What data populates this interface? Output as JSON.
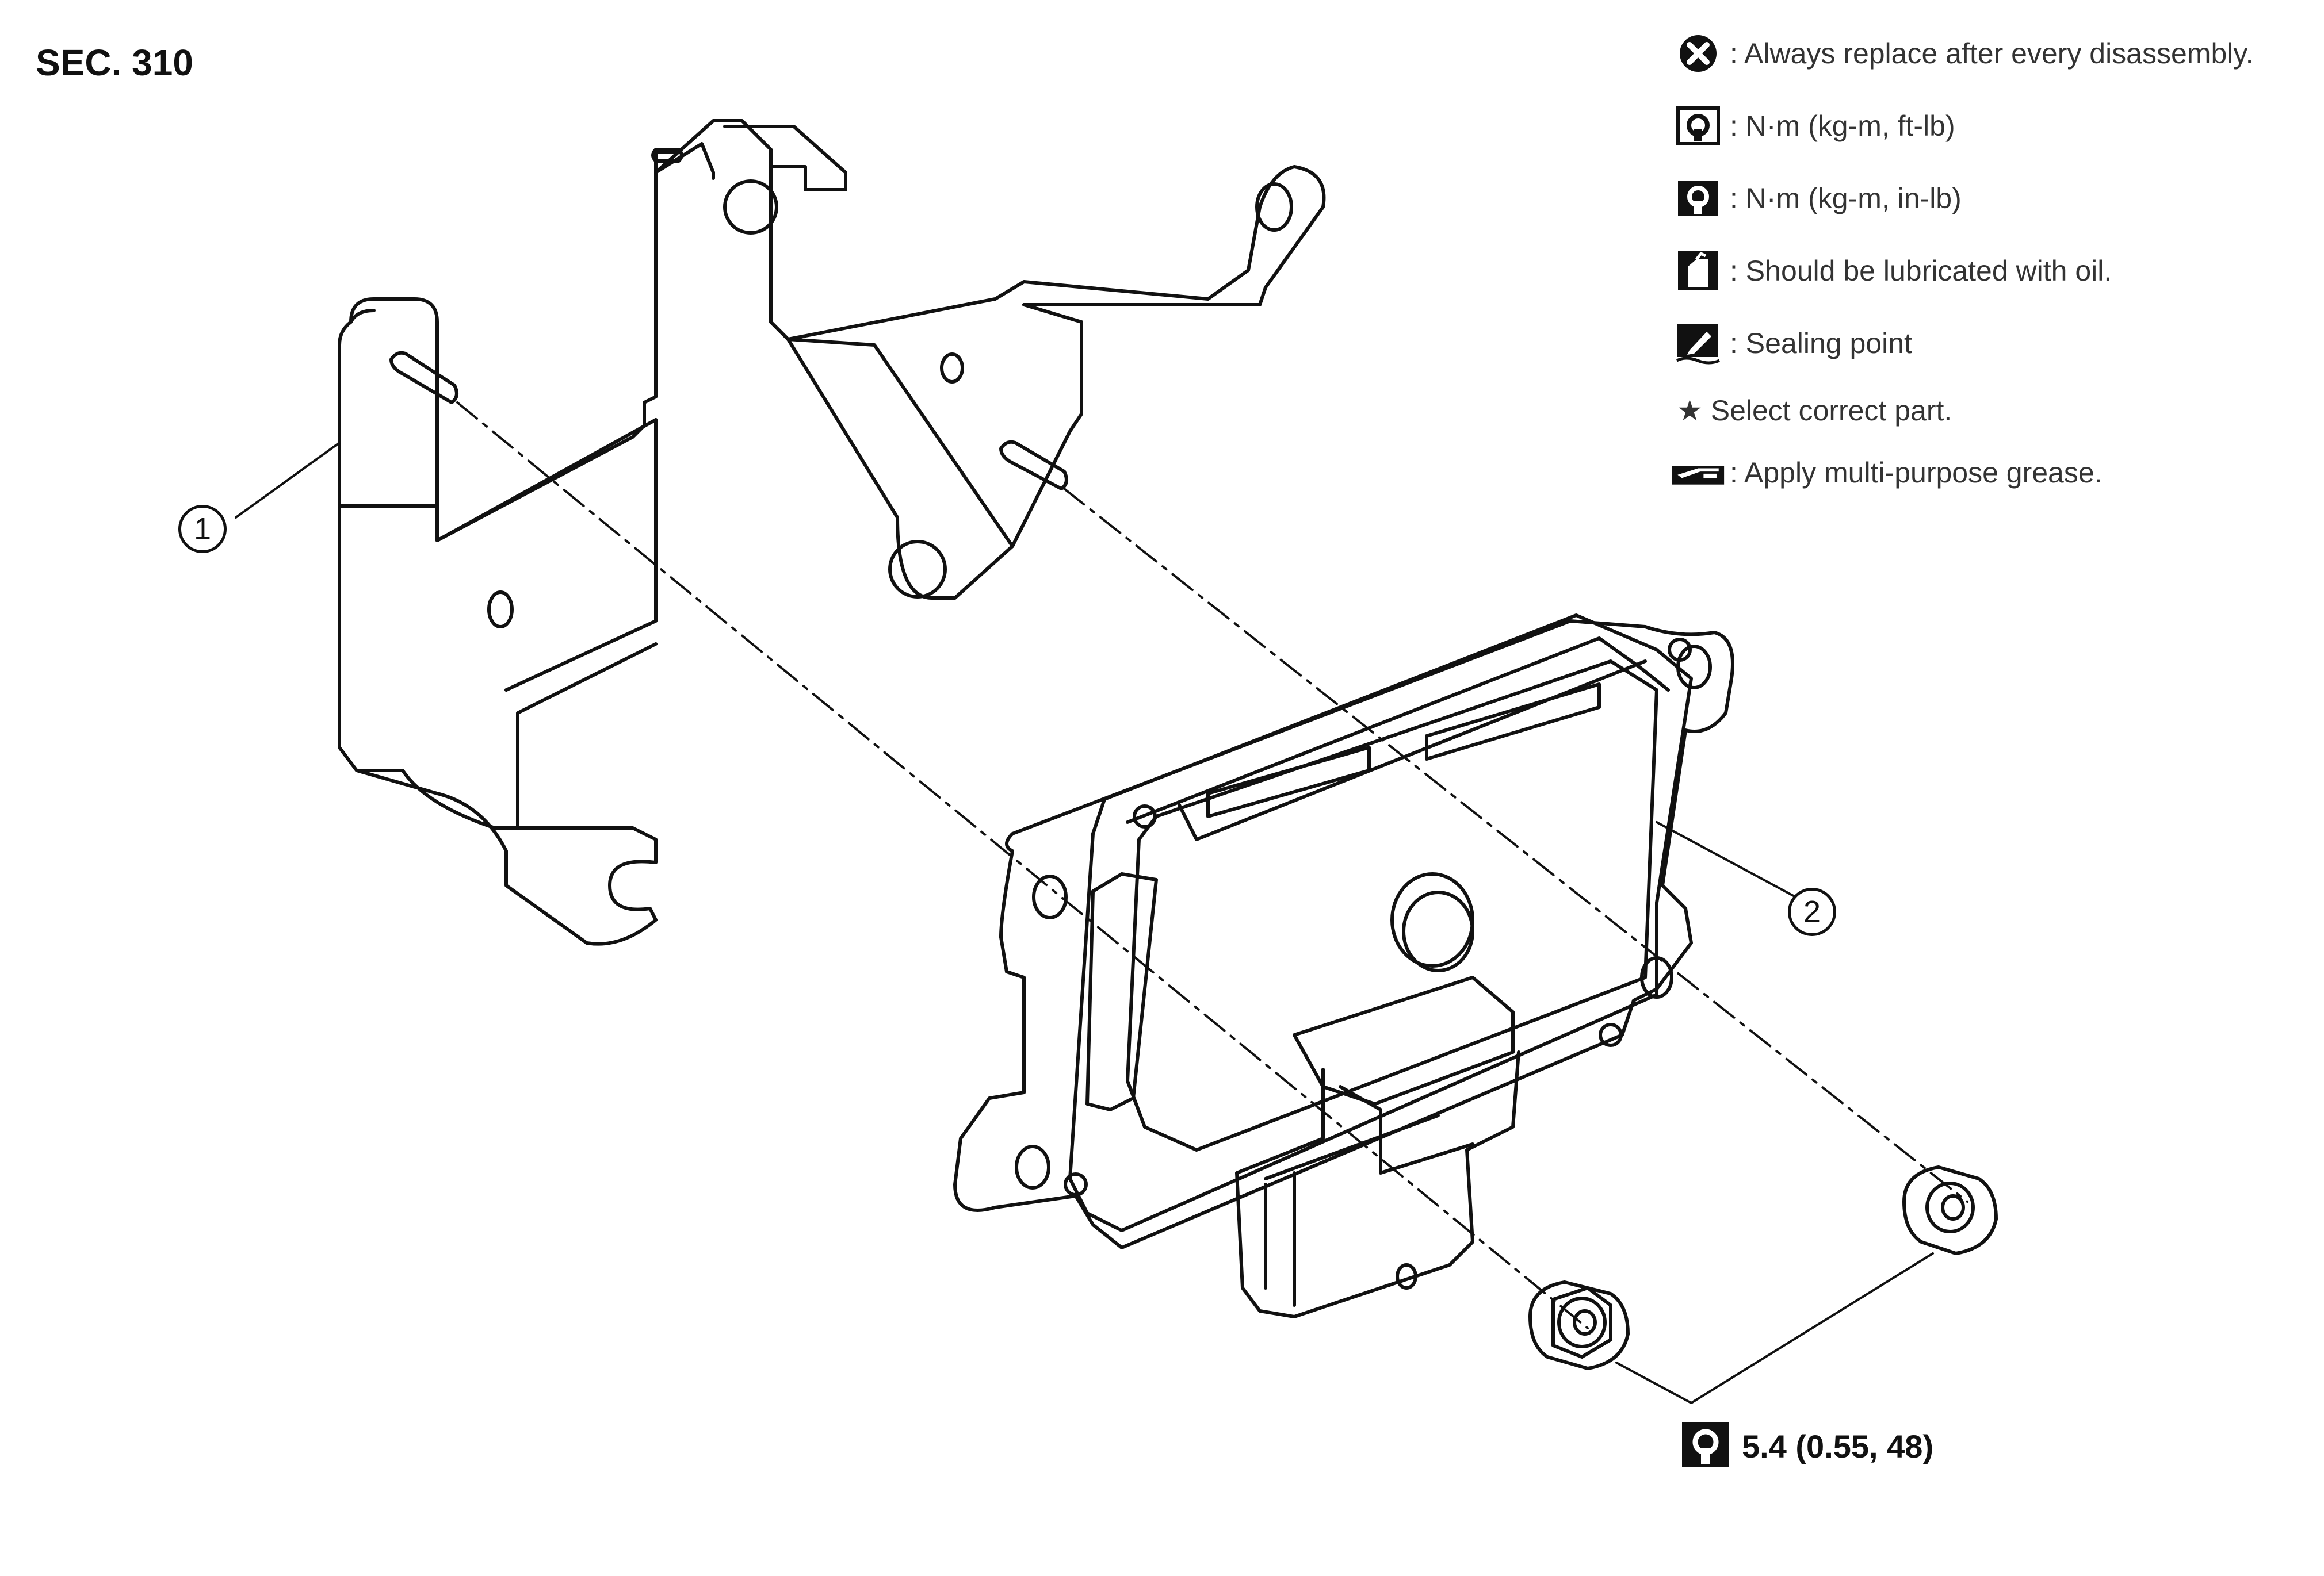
{
  "section": {
    "title": "SEC. 310"
  },
  "legend": [
    {
      "icon": "always-replace-icon",
      "text": ": Always replace after every disassembly."
    },
    {
      "icon": "torque-ft-lb-icon",
      "text": ": N·m (kg-m, ft-lb)"
    },
    {
      "icon": "torque-in-lb-icon",
      "text": ": N·m (kg-m, in-lb)"
    },
    {
      "icon": "oil-lubricate-icon",
      "text": ": Should be lubricated with oil."
    },
    {
      "icon": "sealing-point-icon",
      "text": ": Sealing point"
    },
    {
      "icon": "star-icon",
      "text": "★ Select correct part."
    },
    {
      "icon": "grease-icon",
      "text": ": Apply multi-purpose grease."
    }
  ],
  "callouts": [
    {
      "number": "1",
      "part": "bracket"
    },
    {
      "number": "2",
      "part": "control-unit"
    }
  ],
  "torque_spec": {
    "icon": "torque-in-lb-icon",
    "text": "5.4 (0.55, 48)"
  }
}
